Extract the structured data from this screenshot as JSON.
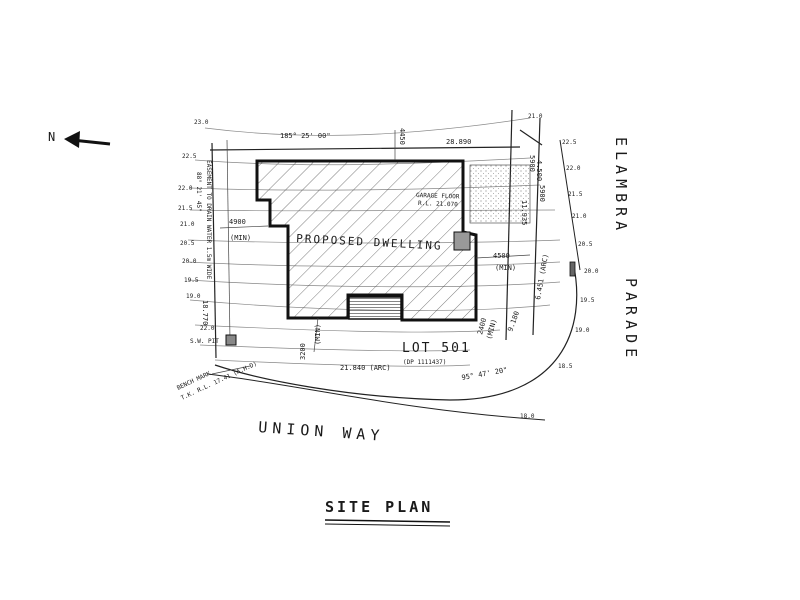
{
  "north": {
    "label": "N"
  },
  "streets": {
    "east": "ELAMBRA",
    "east_2": "PARADE",
    "south": "UNION WAY"
  },
  "lot": {
    "name": "LOT 501",
    "plan": "(DP 1111437)"
  },
  "building": {
    "label": "PROPOSED DWELLING",
    "garage": "GARAGE FLOOR",
    "garage_rl": "R.L. 21.070"
  },
  "boundaries": {
    "north_bearing": "185° 25' 00\"",
    "north_length": "28.890",
    "west_length": "18.770",
    "south_arc": "21.840 (ARC)",
    "south_bearing": "95° 47' 20\"",
    "east_length_1": "9.180",
    "east_arc": "6.451 (ARC)",
    "east_short": "4.500",
    "east_top": "11.935"
  },
  "setbacks": {
    "north": "4450",
    "west": "4900",
    "west_min": "(MIN)",
    "south": "3200",
    "south_min": "(MIN)",
    "east": "4500",
    "east_min": "(MIN)",
    "se": "2400",
    "se_min": "(MIN)",
    "garage": "5900",
    "garage_2": "5900"
  },
  "easement": {
    "text": "EASEMENT TO DRAIN WATER 1.5m WIDE",
    "bearing": "88° 21' 45\""
  },
  "pit": {
    "label": "S.W. PIT",
    "rl": "22.0"
  },
  "benchmark": {
    "line1": "BENCH MARK",
    "line2": "T.K. R.L. 17.41 (A.H.D)"
  },
  "spot_levels": {
    "l1": "23.0",
    "l2": "22.5",
    "l3": "22.0",
    "l4": "21.5",
    "l5": "21.0",
    "l6": "20.5",
    "l7": "20.0",
    "l8": "19.5",
    "l9": "19.0",
    "r1": "21.0",
    "r2": "22.5",
    "r3": "22.0",
    "r4": "21.5",
    "r5": "21.0",
    "r6": "20.5",
    "r7": "20.0",
    "r8": "19.5",
    "r9": "19.0",
    "r10": "18.5",
    "r11": "18.0"
  },
  "title": "SITE PLAN"
}
